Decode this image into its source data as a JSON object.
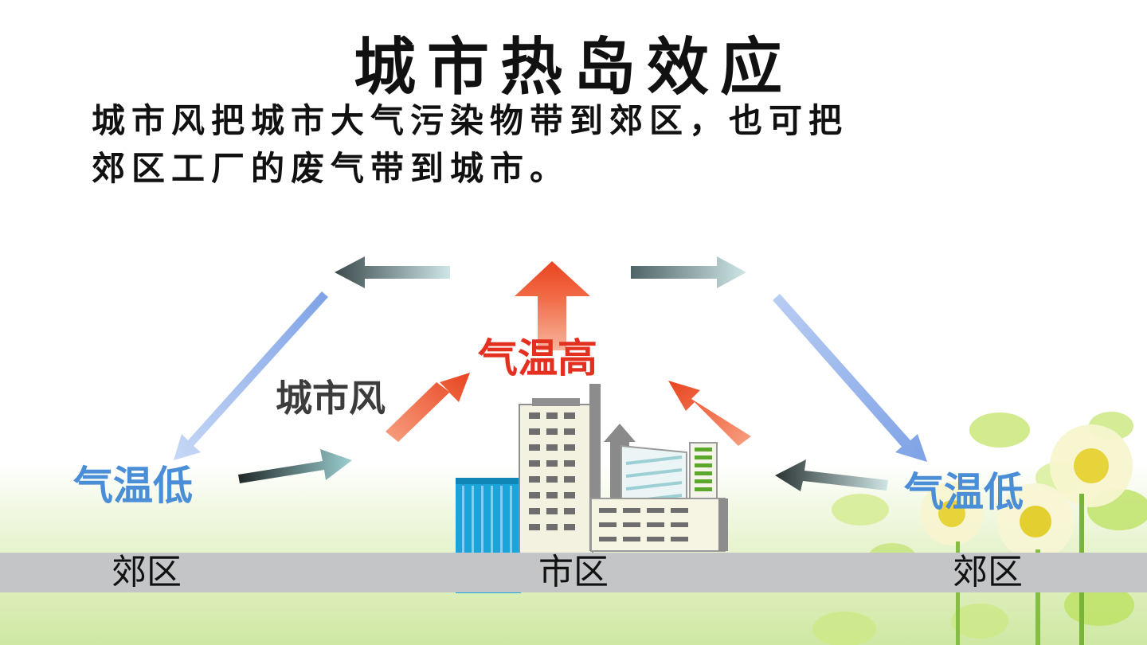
{
  "title": "城市热岛效应",
  "subtitle_line1": "城市风把城市大气污染物带到郊区，也可把",
  "subtitle_line2": "郊区工厂的废气带到城市。",
  "labels": {
    "hot": "气温高",
    "wind": "城市风",
    "cold_left": "气温低",
    "cold_right": "气温低"
  },
  "ground": {
    "left": "郊区",
    "center": "市区",
    "right": "郊区"
  },
  "colors": {
    "hot": "#e4301f",
    "cold": "#4a8ed8",
    "ground_band": "#c3c5c6"
  }
}
